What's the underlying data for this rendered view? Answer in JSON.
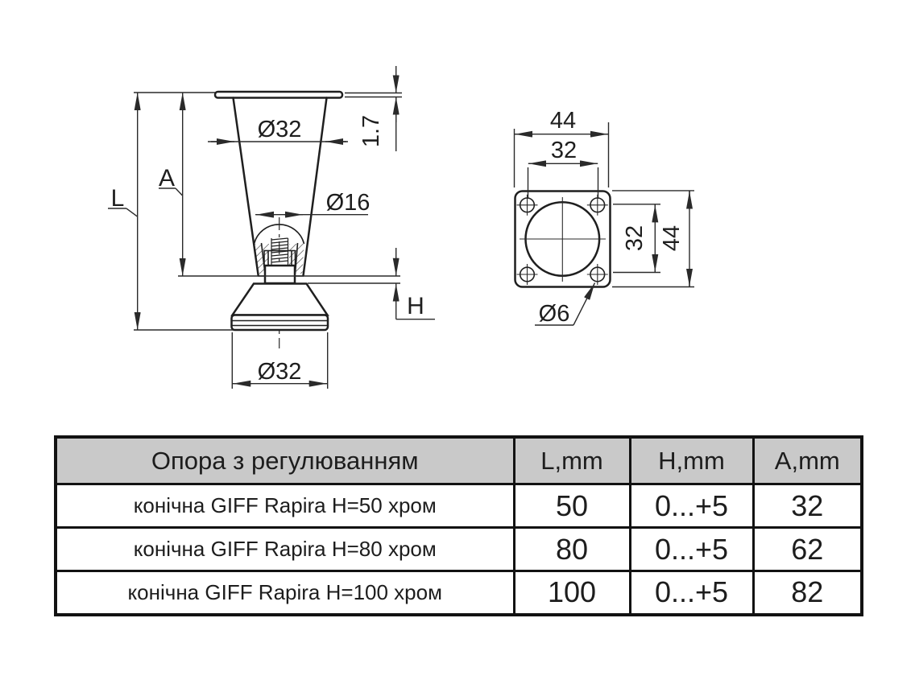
{
  "drawing": {
    "line_color": "#2a2a2a",
    "side_view": {
      "labels": {
        "total_length": "L",
        "body_length": "A",
        "top_diameter": "Ø32",
        "flange_thickness": "1.7",
        "insert_diameter": "Ø16",
        "adjust_height": "H",
        "foot_diameter": "Ø32"
      }
    },
    "top_view": {
      "labels": {
        "plate_width": "44",
        "hole_spacing_x": "32",
        "hole_spacing_y": "32",
        "plate_height": "44",
        "hole_diameter": "Ø6"
      }
    }
  },
  "table": {
    "header_bg": "#c9c9c9",
    "header": {
      "name": "Опора з регулюванням",
      "l": "L,mm",
      "h": "H,mm",
      "a": "A,mm"
    },
    "rows": [
      {
        "name": "конічна GIFF Rapira H=50 хром",
        "l": "50",
        "h": "0...+5",
        "a": "32"
      },
      {
        "name": "конічна GIFF Rapira H=80 хром",
        "l": "80",
        "h": "0...+5",
        "a": "62"
      },
      {
        "name": "конічна GIFF Rapira H=100 хром",
        "l": "100",
        "h": "0...+5",
        "a": "82"
      }
    ]
  }
}
